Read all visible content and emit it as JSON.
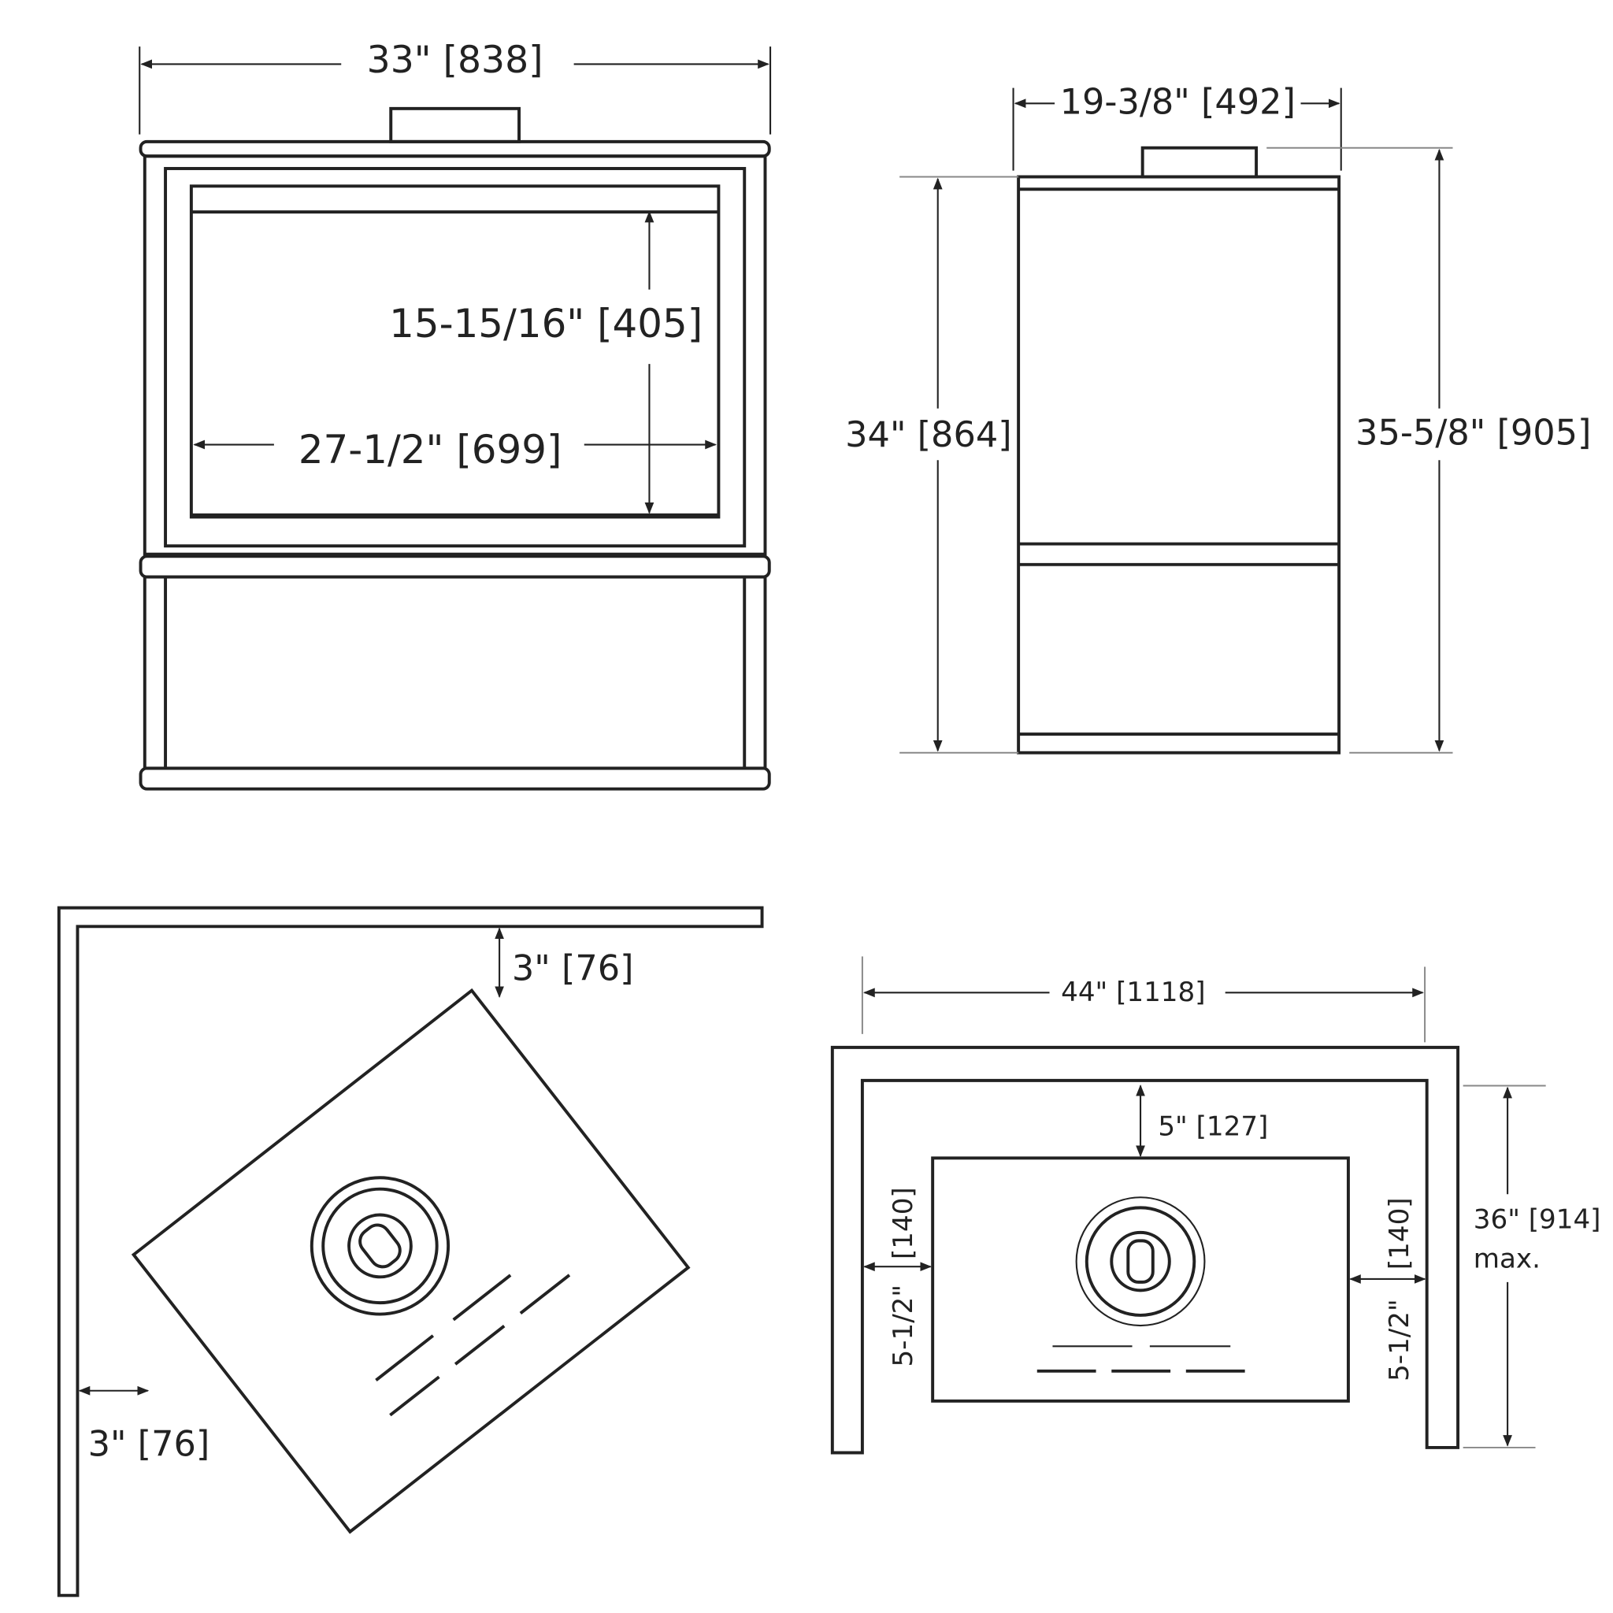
{
  "front_view": {
    "overall_width": "33\" [838]",
    "opening_height": "15-15/16\" [405]",
    "opening_width": "27-1/2\" [699]"
  },
  "side_view": {
    "depth": "19-3/8\" [492]",
    "body_height": "34\" [864]",
    "overall_height": "35-5/8\" [905]"
  },
  "corner_plan": {
    "back_clearance": "3\" [76]",
    "side_clearance": "3\" [76]"
  },
  "alcove_plan": {
    "alcove_width": "44\" [1118]",
    "rear_clearance": "5\" [127]",
    "left_clearance_in": "5-1/2\"",
    "left_clearance_mm": "[140]",
    "right_clearance_in": "5-1/2\"",
    "right_clearance_mm": "[140]",
    "alcove_depth": "36\" [914]",
    "alcove_depth_note": "max."
  }
}
